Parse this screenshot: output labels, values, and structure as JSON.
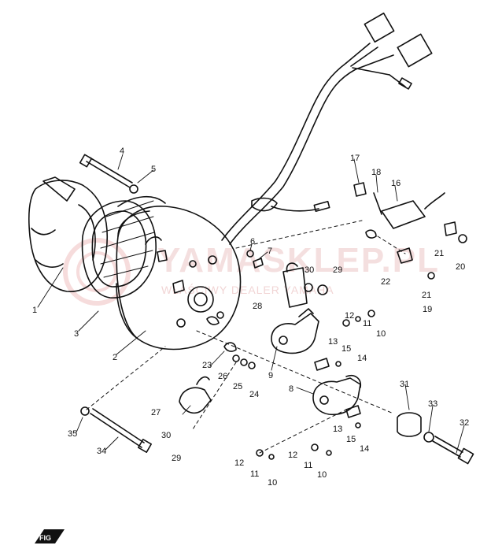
{
  "watermark": {
    "main": "YAMASKLEP.PL",
    "sub": "WŁAŚCIWY DEALER YAMAHA"
  },
  "callouts": {
    "c1": "1",
    "c2": "2",
    "c3": "3",
    "c4": "4",
    "c5": "5",
    "c6": "6",
    "c7": "7",
    "c8": "8",
    "c9": "9",
    "c10a": "10",
    "c10b": "10",
    "c10c": "10",
    "c11a": "11",
    "c11b": "11",
    "c11c": "11",
    "c12a": "12",
    "c12b": "12",
    "c12c": "12",
    "c13a": "13",
    "c13b": "13",
    "c14a": "14",
    "c14b": "14",
    "c15a": "15",
    "c15b": "15",
    "c16": "16",
    "c17": "17",
    "c18": "18",
    "c19": "19",
    "c20": "20",
    "c21a": "21",
    "c21b": "21",
    "c22": "22",
    "c23": "23",
    "c24": "24",
    "c25": "25",
    "c26": "26",
    "c27": "27",
    "c28": "28",
    "c29a": "29",
    "c29b": "29",
    "c30a": "30",
    "c30b": "30",
    "c31": "31",
    "c32": "32",
    "c33": "33",
    "c34": "34",
    "c35": "35"
  },
  "corner_mark": "FIG"
}
